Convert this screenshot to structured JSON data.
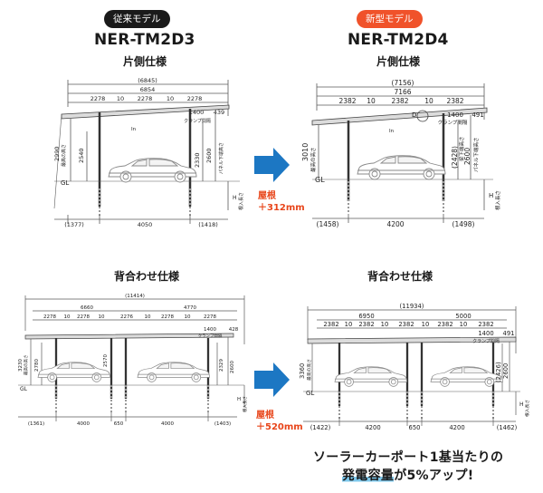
{
  "old_tag": "従来モデル",
  "new_tag": "新型モデル",
  "old_model": "NER-TM2D3",
  "new_model": "NER-TM2D4",
  "old_sub": "片側仕様",
  "new_sub": "片側仕様",
  "back_left": "背合わせ仕様",
  "back_right": "背合わせ仕様",
  "inc_top": {
    "line1": "屋根",
    "line2": "＋312mm"
  },
  "inc_bottom": {
    "line1": "屋根",
    "line2": "＋520mm"
  },
  "footer_line1": "ソーラーカーポート1基当たりの",
  "footer_highlight": "発電容量",
  "footer_rest": "が5%アップ!",
  "colors": {
    "old_tag": "#1a1a1a",
    "new_tag": "#f0522a",
    "arrow": "#1c77c3",
    "increase": "#e8451a",
    "highlight": "#7ec8ec"
  },
  "d1": {
    "top": "(6845)",
    "total": "6854",
    "seg": [
      "2278",
      "10",
      "2278",
      "10",
      "2278"
    ],
    "small1": "1400",
    "small2": "439",
    "clamp": "クランプ間隔",
    "h_left": "2990",
    "h_left_label": "最高の高さ",
    "h_mid": "2540",
    "h_right": "2600",
    "h_right_label": "パネル下端高さ",
    "h_in": "2330",
    "gl": "GL",
    "h_mark": "H",
    "depth": "根入長さ",
    "bottom": [
      "(1377)",
      "4050",
      "(1418)"
    ]
  },
  "d2": {
    "top": "(7156)",
    "total": "7166",
    "seg": [
      "2382",
      "10",
      "2382",
      "10",
      "2382"
    ],
    "small1": "1400",
    "small2": "491",
    "clamp": "クランプ間隔",
    "h_left": "3010",
    "h_left_label": "最高の高さ",
    "h_in": "(2428)",
    "h_in_label": "梁下端高さ",
    "h_right": "2600",
    "h_right_label": "パネル下端高さ",
    "d_mark": "D",
    "gl": "GL",
    "h_mark": "H",
    "depth": "根入長さ",
    "bottom": [
      "(1458)",
      "4200",
      "(1498)"
    ]
  },
  "d3": {
    "top": "(11414)",
    "span_a": "6660",
    "span_b": "4770",
    "seg": [
      "2278",
      "10",
      "2278",
      "10",
      "2276",
      "10",
      "2278",
      "10",
      "2278"
    ],
    "small1": "1400",
    "small2": "428",
    "clamp": "クランプ間隔",
    "h_left": "3230",
    "h_left_label": "最高の高さ",
    "h_a": "2780",
    "h_b": "2570",
    "h_c": "2329",
    "h_right": "2600",
    "gl": "GL",
    "h_mark": "H",
    "depth": "根入長さ",
    "bottom": [
      "(1361)",
      "4000",
      "650",
      "4000",
      "(1403)"
    ]
  },
  "d4": {
    "top": "(11934)",
    "span_a": "6950",
    "span_b": "5000",
    "seg": [
      "2382",
      "10",
      "2382",
      "10",
      "2382",
      "10",
      "2382",
      "10",
      "2382"
    ],
    "small1": "1400",
    "small2": "491",
    "clamp": "クランプ間隔",
    "h_left": "3360",
    "h_left_label": "最高の高さ",
    "h_in": "(2426)",
    "h_right": "2600",
    "gl": "GL",
    "h_mark": "H",
    "depth": "根入長さ",
    "bottom": [
      "(1422)",
      "4200",
      "650",
      "4200",
      "(1462)"
    ]
  }
}
